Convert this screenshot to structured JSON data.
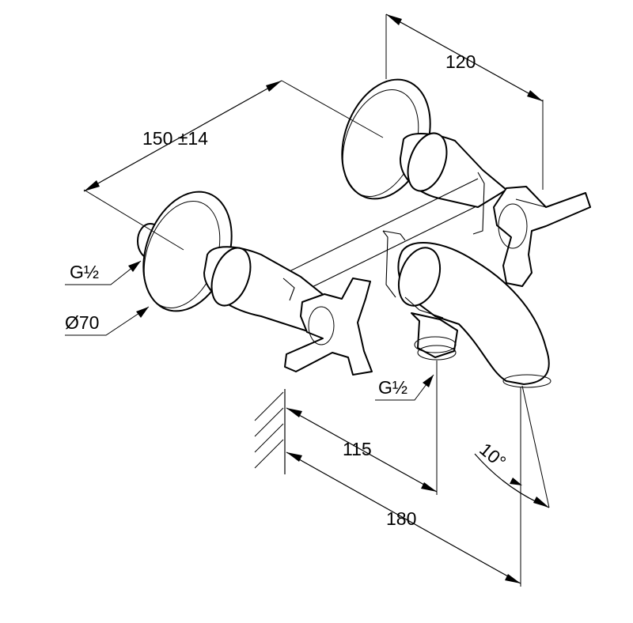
{
  "dimensions": {
    "centers_distance": "150 ±14",
    "wall_plate_depth": "120",
    "inlet_thread": "G½",
    "rosette_diameter": "Ø70",
    "outlet_thread": "G½",
    "outlet_projection": "115",
    "spout_projection": "180",
    "spout_angle": "10°"
  }
}
